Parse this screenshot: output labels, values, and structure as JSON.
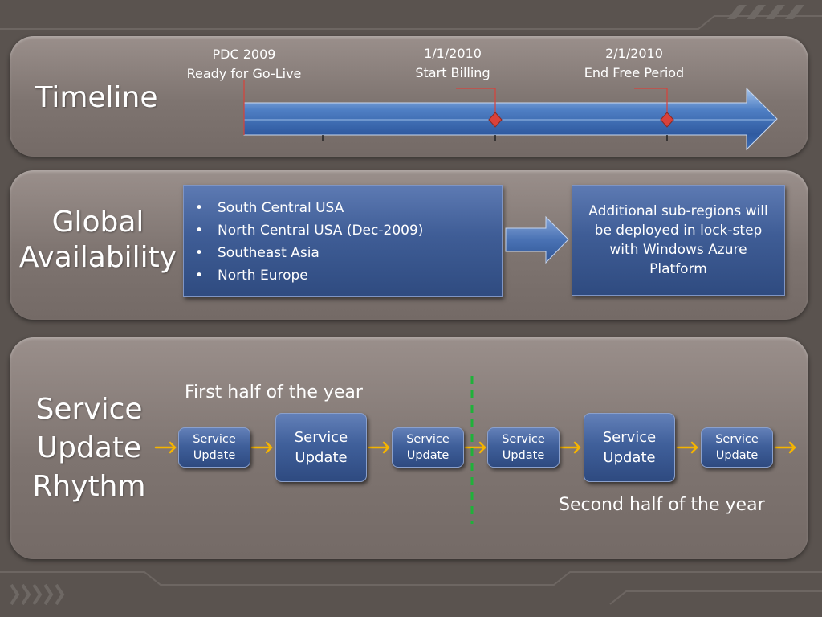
{
  "sections": {
    "timeline": "Timeline",
    "global_availability": "Global Availability",
    "service_update_rhythm": "Service Update Rhythm"
  },
  "timeline": {
    "milestones": [
      {
        "line1": "PDC 2009",
        "line2": "Ready for Go-Live"
      },
      {
        "line1": "1/1/2010",
        "line2": "Start Billing"
      },
      {
        "line1": "2/1/2010",
        "line2": "End Free Period"
      }
    ]
  },
  "availability": {
    "regions": [
      "South Central USA",
      "North Central USA (Dec-2009)",
      "Southeast Asia",
      "North Europe"
    ],
    "note": "Additional sub-regions will be deployed in lock-step with Windows Azure Platform"
  },
  "rhythm": {
    "first_half_label": "First half of the year",
    "second_half_label": "Second half of the year",
    "updates": [
      {
        "size": "small",
        "text": "Service Update"
      },
      {
        "size": "big",
        "text": "Service Update"
      },
      {
        "size": "small",
        "text": "Service Update"
      },
      {
        "size": "small",
        "text": "Service Update"
      },
      {
        "size": "big",
        "text": "Service Update"
      },
      {
        "size": "small",
        "text": "Service Update"
      }
    ]
  },
  "colors": {
    "background": "#5a534f",
    "box_blue": "#40609b",
    "milestone_red": "#d9413a",
    "arrow_gold": "#f5b400",
    "divider_green": "#1fb23a"
  }
}
